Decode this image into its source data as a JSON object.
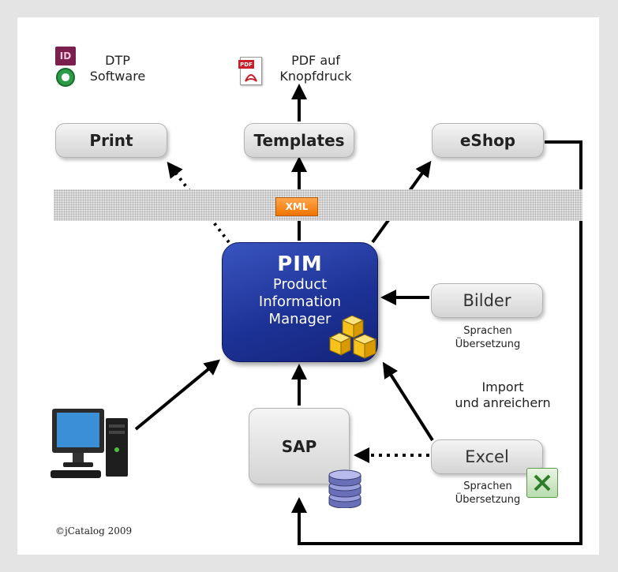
{
  "top": {
    "dtp_label": "DTP\nSoftware",
    "indesign_icon_text": "ID",
    "pdf_label": "PDF auf\nKnopfdruck",
    "pdf_icon_text": "PDF"
  },
  "boxes": {
    "print": "Print",
    "templates": "Templates",
    "eshop": "eShop",
    "bilder": "Bilder",
    "sap": "SAP",
    "excel": "Excel"
  },
  "xml_badge": "XML",
  "pim": {
    "title": "PIM",
    "line1": "Product",
    "line2": "Information",
    "line3": "Manager"
  },
  "notes": {
    "bilder_note": "Sprachen\nÜbersetzung",
    "excel_note": "Sprachen\nÜbersetzung",
    "import_note": "Import\nund anreichern"
  },
  "copyright": "©jCatalog 2009",
  "icons": [
    "indesign-icon",
    "quark-icon",
    "pdf-icon",
    "database-icon",
    "cubes-icon",
    "excel-icon",
    "computer-icon"
  ]
}
